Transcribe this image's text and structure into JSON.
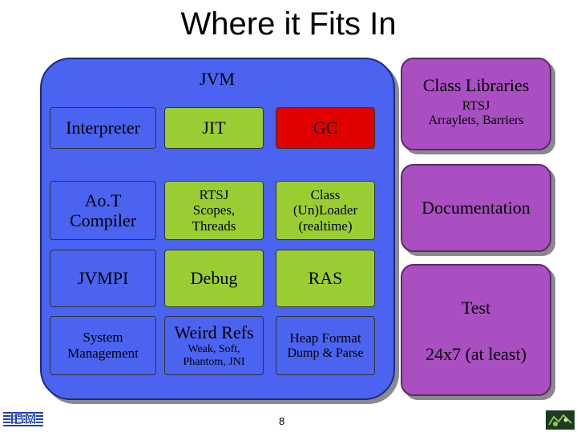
{
  "title": "Where it Fits In",
  "jvm": {
    "label": "JVM",
    "cells": {
      "interpreter": "Interpreter",
      "jit": "JIT",
      "gc": "GC",
      "aot_line1": "Ao.T",
      "aot_line2": "Compiler",
      "rtsj_line1": "RTSJ",
      "rtsj_line2": "Scopes,",
      "rtsj_line3": "Threads",
      "classloader_line1": "Class",
      "classloader_line2": "(Un)Loader",
      "classloader_line3": "(realtime)",
      "jvmpi": "JVMPI",
      "debug": "Debug",
      "ras": "RAS",
      "sysmgmt_line1": "System",
      "sysmgmt_line2": "Management",
      "weirdrefs_title": "Weird Refs",
      "weirdrefs_line1": "Weak, Soft,",
      "weirdrefs_line2": "Phantom, JNI",
      "heap_title": "Heap Format",
      "heap_sub": "Dump & Parse"
    }
  },
  "side": {
    "class_libraries_title": "Class Libraries",
    "class_libraries_sub1": "RTSJ",
    "class_libraries_sub2": "Arraylets, Barriers",
    "documentation": "Documentation",
    "test_title": "Test",
    "test_sub": "24x7 (at least)"
  },
  "footer": {
    "page_number": "8",
    "logo_text": "IBM"
  },
  "colors": {
    "jvm_blue": "#4a63f0",
    "green": "#9acd32",
    "red": "#e00000",
    "purple": "#a94fc1"
  }
}
